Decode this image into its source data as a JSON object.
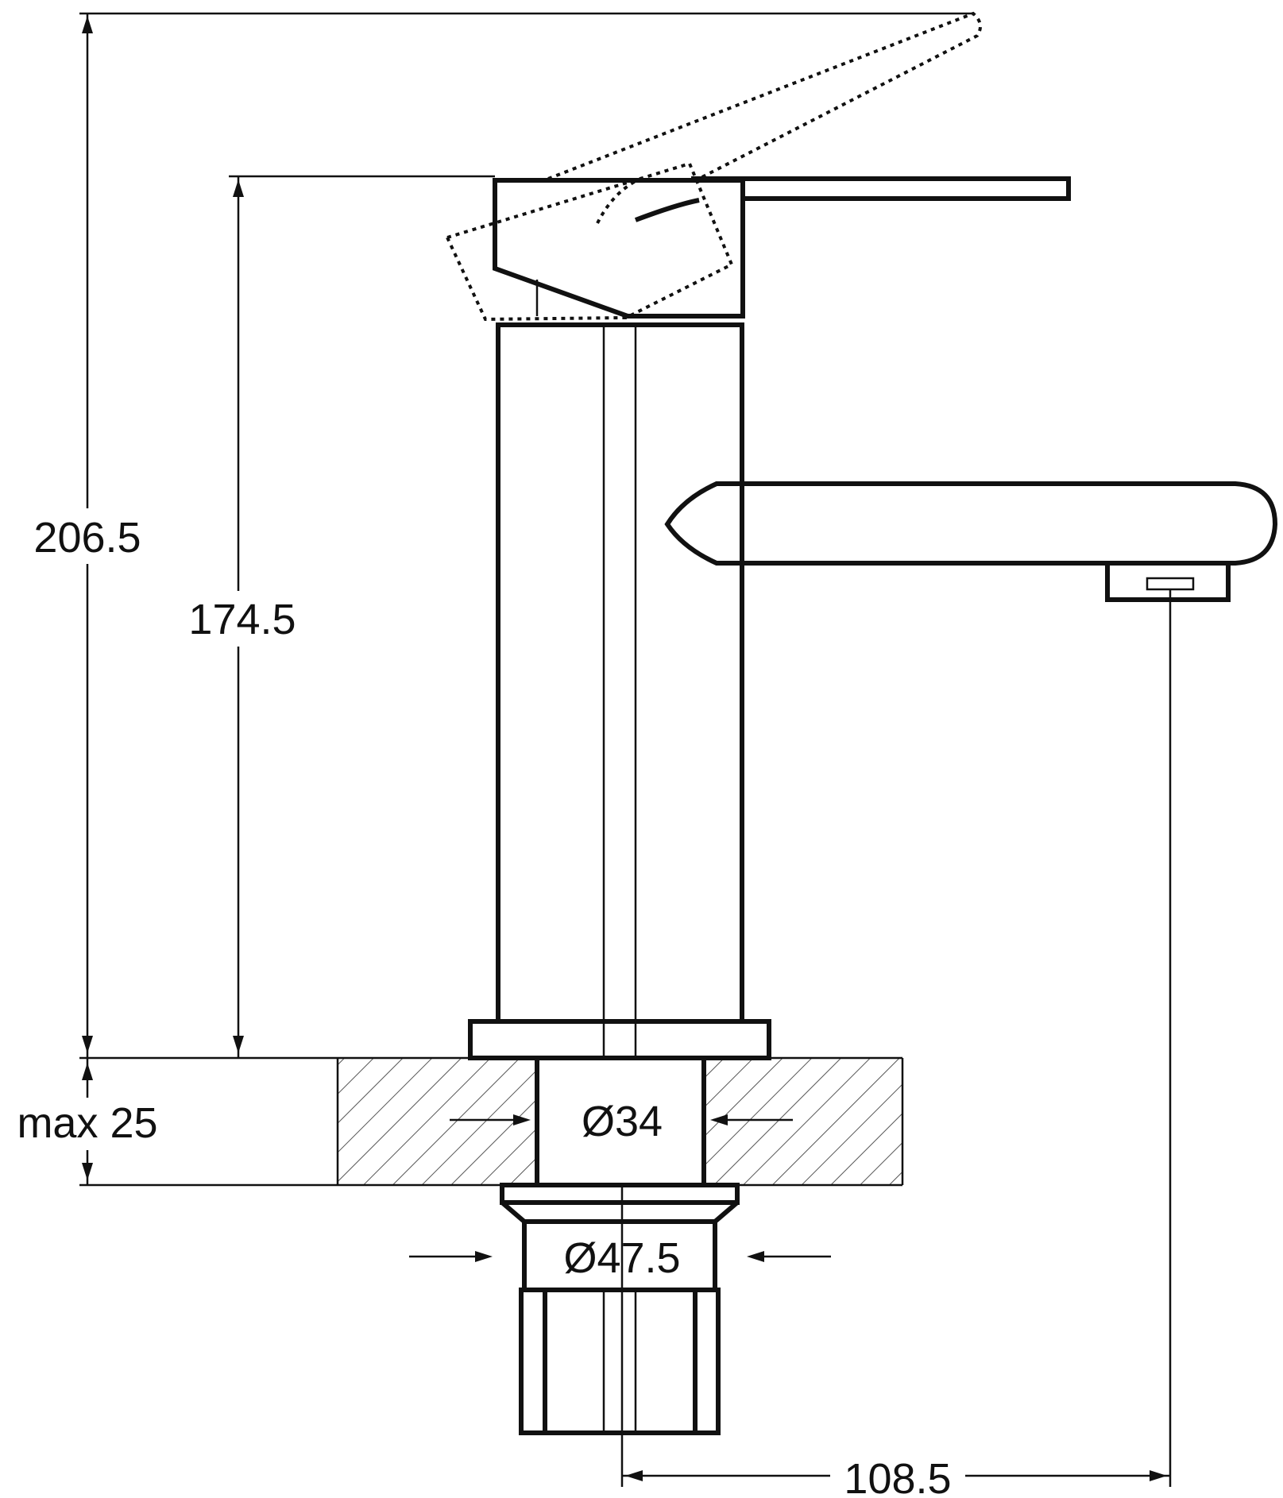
{
  "dimensions": {
    "total_height": "206.5",
    "body_height": "174.5",
    "max_deck_thickness": "max 25",
    "hole_diameter": "Ø34",
    "base_diameter": "Ø47.5",
    "spout_reach": "108.5"
  },
  "colors": {
    "line": "#111111",
    "background": "#ffffff"
  }
}
